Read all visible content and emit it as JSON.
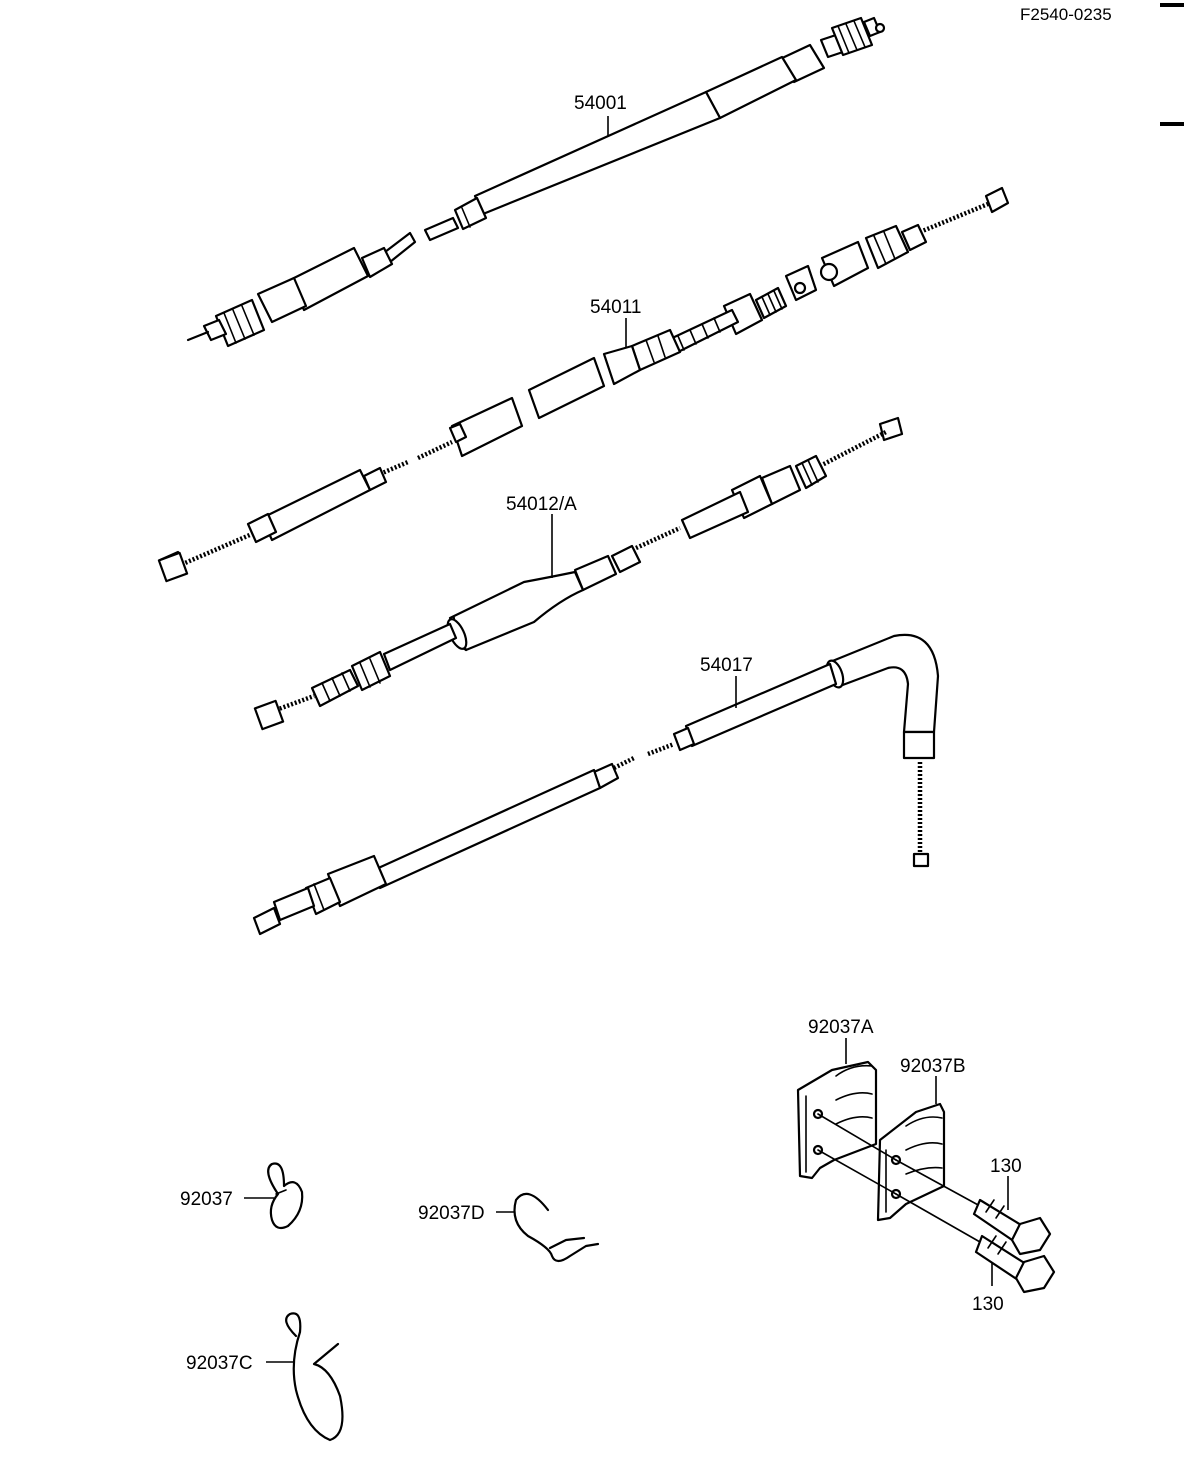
{
  "ref_code": "F2540-0235",
  "parts": {
    "speedometer_cable": "54001",
    "throttle_cable": "54011",
    "clutch_cable": "54012/A",
    "choke_cable": "54017",
    "clamp_a": "92037A",
    "clamp_b": "92037B",
    "clamp": "92037",
    "clamp_c": "92037C",
    "clamp_d": "92037D",
    "bolt_upper": "130",
    "bolt_lower": "130"
  }
}
